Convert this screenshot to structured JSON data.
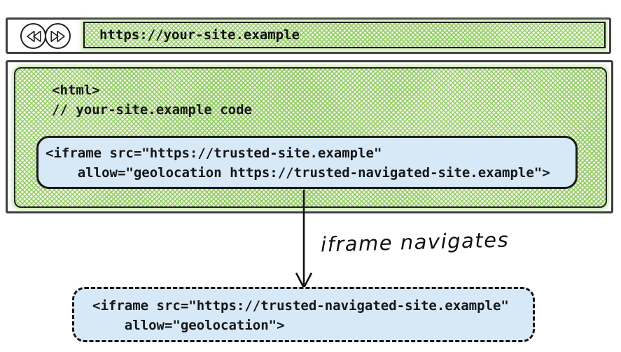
{
  "browser": {
    "back_icon": "rewind-icon",
    "forward_icon": "fast-forward-icon",
    "address_url": "https://your-site.example"
  },
  "page": {
    "code_line1": "<html>",
    "code_line2": "// your-site.example code",
    "iframe_code_line1": "<iframe src=\"https://trusted-site.example\"",
    "iframe_code_line2": "    allow=\"geolocation https://trusted-navigated-site.example\">"
  },
  "annotation": {
    "label": "iframe navigates"
  },
  "navigated_iframe": {
    "code_line1": "<iframe src=\"https://trusted-navigated-site.example\"",
    "code_line2": "    allow=\"geolocation\">"
  },
  "colors": {
    "green_fill": "#b9dd9a",
    "blue_fill": "#d7e8f7",
    "ink": "#1a1a1a",
    "frame_border": "#3e3e3e"
  }
}
